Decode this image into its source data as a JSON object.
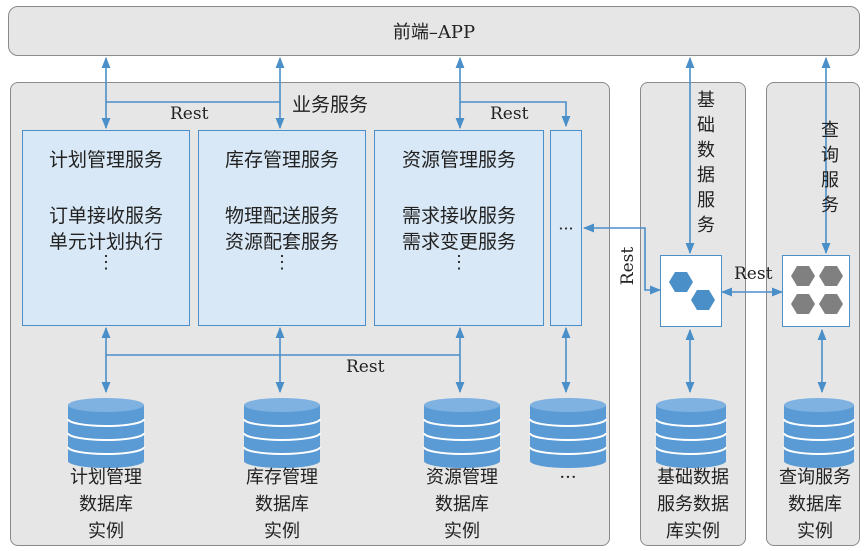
{
  "colors": {
    "panel_bg": "#e6e6e6",
    "panel_border": "#8a8a8a",
    "service_bg": "#d9e8f6",
    "connector": "#4a8fc8",
    "db_fill": "#5b9bd5",
    "hex_green": "#5a9e3a",
    "hex_navy": "#34519a",
    "hex_blue": "#4a8fc8",
    "hex_gray": "#808080"
  },
  "frontend": {
    "label": "前端–APP"
  },
  "business": {
    "label": "业务服务",
    "rest_left": "Rest",
    "rest_right": "Rest",
    "rest_bottom": "Rest",
    "services": [
      {
        "title": "计划管理服务",
        "lines": [
          "订单接收服务",
          "单元计划执行"
        ],
        "dots": "⋮",
        "hex_color": "hex_green"
      },
      {
        "title": "库存管理服务",
        "lines": [
          "物理配送服务",
          "资源配套服务"
        ],
        "dots": "⋮",
        "hex_color": "hex_navy"
      },
      {
        "title": "资源管理服务",
        "lines": [
          "需求接收服务",
          "需求变更服务"
        ],
        "dots": "⋮",
        "hex_color": "hex_blue"
      }
    ],
    "more_service": "···",
    "databases": [
      {
        "lines": [
          "计划管理",
          "数据库",
          "实例"
        ]
      },
      {
        "lines": [
          "库存管理",
          "数据库",
          "实例"
        ]
      },
      {
        "lines": [
          "资源管理",
          "数据库",
          "实例"
        ]
      }
    ],
    "more_db": "···"
  },
  "base": {
    "label_chars": [
      "基",
      "础",
      "数",
      "据",
      "服",
      "务"
    ],
    "rest_vertical": "Rest",
    "rest_link": "Rest",
    "db": {
      "lines": [
        "基础数据",
        "服务数据",
        "库实例"
      ]
    }
  },
  "query": {
    "label_chars": [
      "查",
      "询",
      "服",
      "务"
    ],
    "db": {
      "lines": [
        "查询服务",
        "数据库",
        "实例"
      ]
    }
  }
}
